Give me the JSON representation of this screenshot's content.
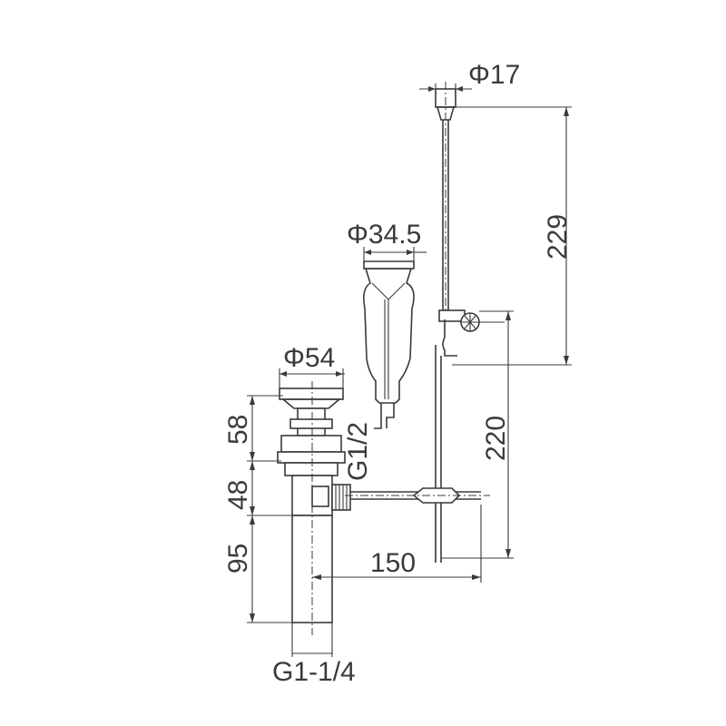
{
  "dimensions": {
    "phi17": "Φ17",
    "phi34_5": "Φ34.5",
    "phi54": "Φ54",
    "d229": "229",
    "d220": "220",
    "d58": "58",
    "d48": "48",
    "d95": "95",
    "d150": "150",
    "g1_2": "G1/2",
    "g1_1_4": "G1-1/4"
  }
}
